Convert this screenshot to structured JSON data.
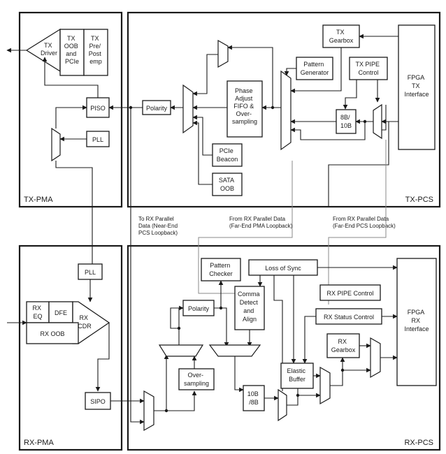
{
  "sections": {
    "tx_pma": "TX-PMA",
    "tx_pcs": "TX-PCS",
    "rx_pma": "RX-PMA",
    "rx_pcs": "RX-PCS"
  },
  "tx_pma": {
    "tx_driver": [
      "TX",
      "Driver"
    ],
    "tx_oob_pcie": [
      "TX",
      "OOB",
      "and",
      "PCIe"
    ],
    "tx_pre_post": [
      "TX",
      "Pre/",
      "Post",
      "emp"
    ],
    "piso": "PISO",
    "pll": "PLL"
  },
  "tx_pcs": {
    "polarity": "Polarity",
    "phase_adjust": [
      "Phase",
      "Adjust",
      "FIFO &",
      "Over-",
      "sampling"
    ],
    "pcie_beacon": [
      "PCIe",
      "Beacon"
    ],
    "sata_oob": [
      "SATA",
      "OOB"
    ],
    "pattern_generator": [
      "Pattern",
      "Generator"
    ],
    "tx_gearbox": [
      "TX",
      "Gearbox"
    ],
    "tx_pipe_control": [
      "TX PIPE",
      "Control"
    ],
    "enc_8b10b": [
      "8B/",
      "10B"
    ],
    "fpga_tx_interface": [
      "FPGA",
      "TX",
      "Interface"
    ]
  },
  "rx_pma": {
    "pll": "PLL",
    "rx_eq": [
      "RX",
      "EQ"
    ],
    "dfe": "DFE",
    "rx_cdr": [
      "RX",
      "CDR"
    ],
    "rx_oob": "RX OOB",
    "sipo": "SIPO"
  },
  "rx_pcs": {
    "pattern_checker": [
      "Pattern",
      "Checker"
    ],
    "loss_of_sync": "Loss of Sync",
    "polarity": "Polarity",
    "comma_detect": [
      "Comma",
      "Detect",
      "and",
      "Align"
    ],
    "oversampling": [
      "Over-",
      "sampling"
    ],
    "dec_10b8b": [
      "10B",
      "/8B"
    ],
    "elastic_buffer": [
      "Elastic",
      "Buffer"
    ],
    "rx_pipe_control": "RX PIPE Control",
    "rx_status_control": "RX Status Control",
    "rx_gearbox": [
      "RX",
      "Gearbox"
    ],
    "fpga_rx_interface": [
      "FPGA",
      "RX",
      "Interface"
    ]
  },
  "notes": {
    "near_end": [
      "To RX Parallel",
      "Data (Near-End",
      "PCS Loopback)"
    ],
    "far_end_pma": [
      "From RX Parallel Data",
      "(Far-End PMA Loopback)"
    ],
    "far_end_pcs": [
      "From RX Parallel Data",
      "(Far-End PCS Loopback)"
    ]
  }
}
